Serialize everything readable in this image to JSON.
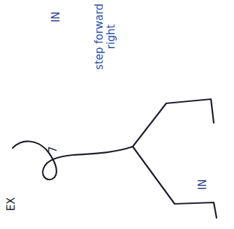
{
  "diagram": {
    "labels": [
      "IN",
      "step forward right",
      "7",
      "IN",
      "EX"
    ]
  }
}
